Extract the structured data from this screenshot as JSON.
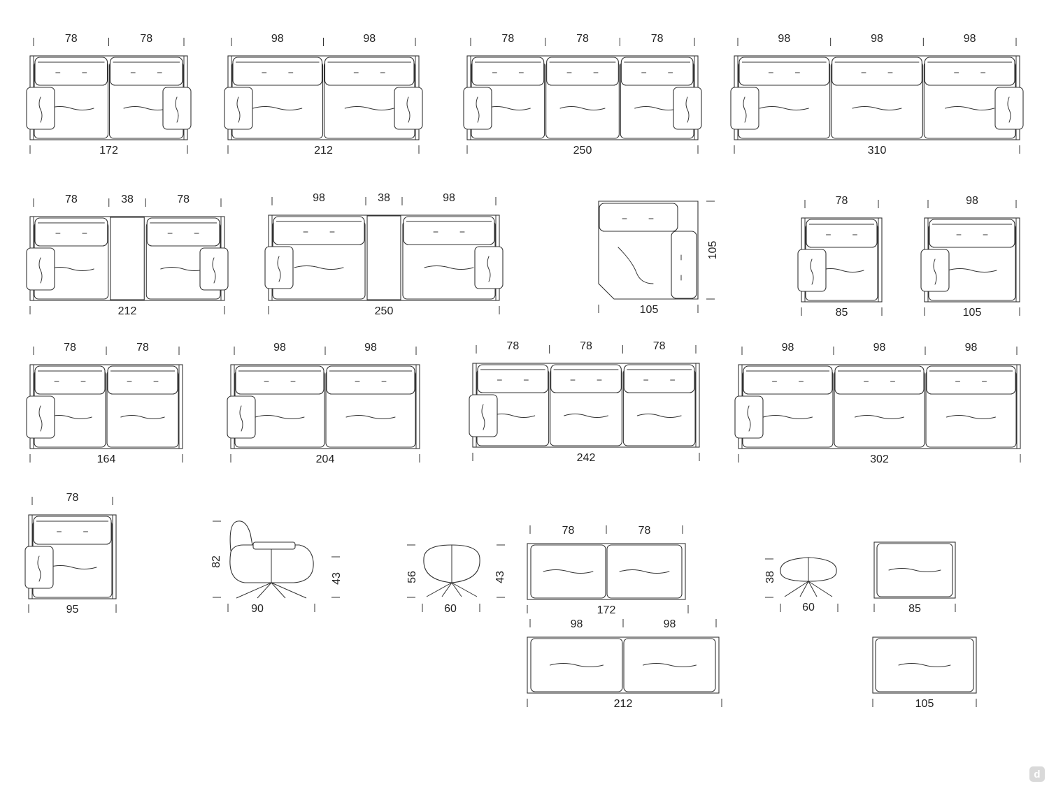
{
  "brand": {
    "badge_letter": "d"
  },
  "sofas": [
    {
      "id": "sofa-2seat-172",
      "seat_labels": [
        "78",
        "78"
      ],
      "total": "172"
    },
    {
      "id": "sofa-2seat-212",
      "seat_labels": [
        "98",
        "98"
      ],
      "total": "212"
    },
    {
      "id": "sofa-3seat-250",
      "seat_labels": [
        "78",
        "78",
        "78"
      ],
      "total": "250"
    },
    {
      "id": "sofa-3seat-310",
      "seat_labels": [
        "98",
        "98",
        "98"
      ],
      "total": "310"
    },
    {
      "id": "sofa-table-212",
      "seat_labels": [
        "78",
        "38",
        "78"
      ],
      "total": "212"
    },
    {
      "id": "sofa-table-250",
      "seat_labels": [
        "98",
        "38",
        "98"
      ],
      "total": "250"
    },
    {
      "id": "corner-105",
      "width": "105",
      "depth": "105"
    },
    {
      "id": "chaise-85",
      "seat_labels": [
        "78"
      ],
      "total": "85"
    },
    {
      "id": "chaise-105",
      "seat_labels": [
        "98"
      ],
      "total": "105"
    },
    {
      "id": "sofa-2seat-164",
      "seat_labels": [
        "78",
        "78"
      ],
      "total": "164"
    },
    {
      "id": "sofa-2seat-204",
      "seat_labels": [
        "98",
        "98"
      ],
      "total": "204"
    },
    {
      "id": "sofa-3seat-242",
      "seat_labels": [
        "78",
        "78",
        "78"
      ],
      "total": "242"
    },
    {
      "id": "sofa-3seat-302",
      "seat_labels": [
        "98",
        "98",
        "98"
      ],
      "total": "302"
    },
    {
      "id": "chaise-95",
      "seat_labels": [
        "78"
      ],
      "total": "95"
    },
    {
      "id": "armchair-side",
      "height": "82",
      "seat_height": "43",
      "width": "90"
    },
    {
      "id": "pouf-side",
      "height": "56",
      "seat_height": "43",
      "width": "60"
    },
    {
      "id": "bench-172",
      "seat_labels": [
        "78",
        "78"
      ],
      "total": "172"
    },
    {
      "id": "stool-side",
      "height": "38",
      "width": "60"
    },
    {
      "id": "ottoman-85",
      "total": "85"
    },
    {
      "id": "bench-212",
      "seat_labels": [
        "98",
        "98"
      ],
      "total": "212"
    },
    {
      "id": "ottoman-105",
      "total": "105"
    }
  ]
}
